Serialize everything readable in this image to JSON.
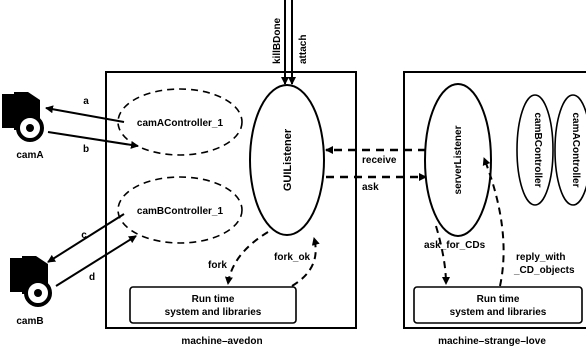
{
  "machines": {
    "left": {
      "name": "machine–avedon"
    },
    "right": {
      "name": "machine–strange–love"
    }
  },
  "processes": {
    "camAController": "camAController_1",
    "camBController": "camBController_1",
    "guiListener": "GUIListener",
    "serverListener": "serverListener",
    "camBControllerRight": "camBController",
    "camAControllerRight": "camAController"
  },
  "runtime": {
    "left": {
      "line1": "Run time",
      "line2": "system and libraries"
    },
    "right": {
      "line1": "Run time",
      "line2": "system and libraries"
    }
  },
  "cameras": {
    "camA": "camA",
    "camB": "camB"
  },
  "edges": {
    "a": "a",
    "b": "b",
    "c": "c",
    "d": "d",
    "killBDone": "killBDone",
    "attach": "attach",
    "receive": "receive",
    "ask": "ask",
    "fork": "fork",
    "fork_ok": "fork_ok",
    "ask_for_CDs": "ask_for_CDs",
    "reply_with_line1": "reply_with",
    "reply_with_line2": "_CD_objects"
  }
}
